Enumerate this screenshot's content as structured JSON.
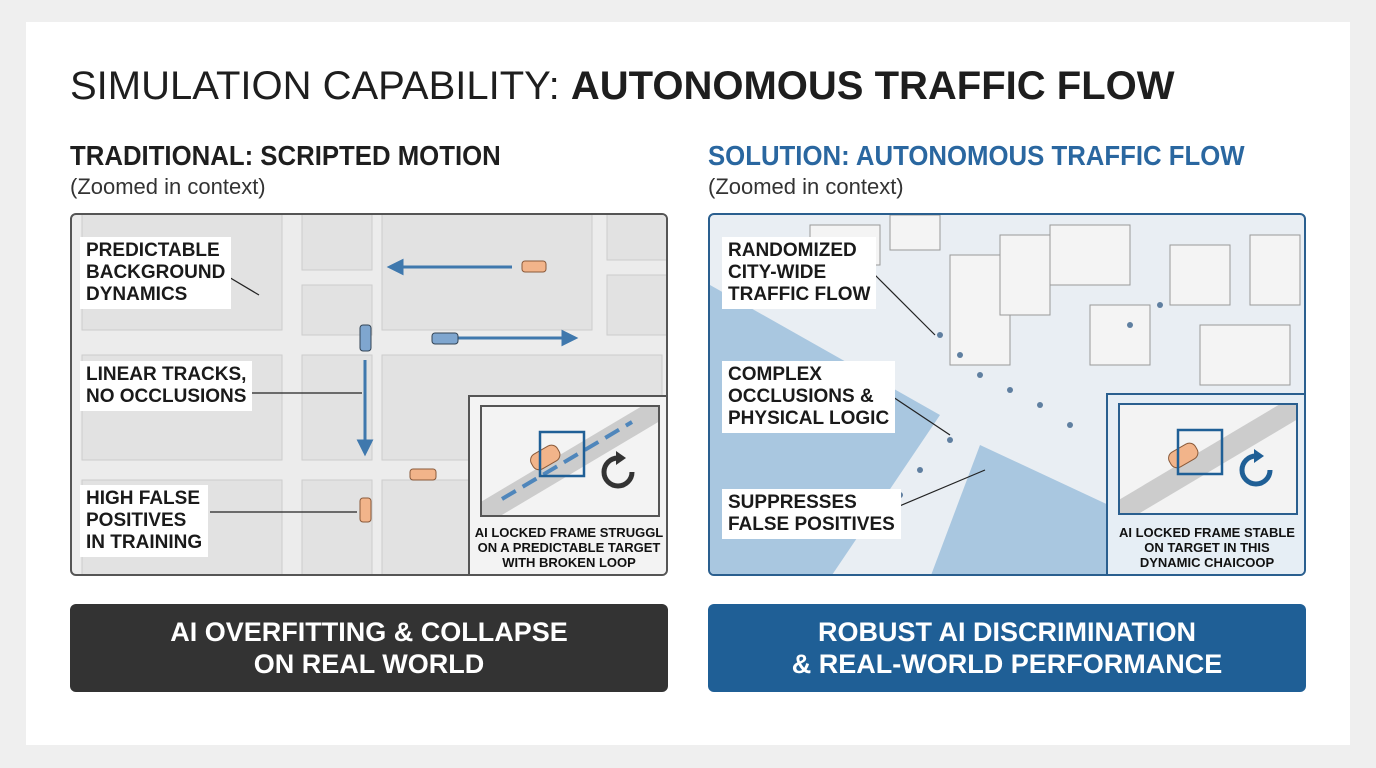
{
  "title": {
    "regular": "SIMULATION CAPABILITY: ",
    "bold": "AUTONOMOUS TRAFFIC FLOW"
  },
  "left": {
    "heading": "TRADITIONAL: SCRIPTED MOTION",
    "context": "(Zoomed in context)",
    "labels": [
      "PREDICTABLE\nBACKGROUND\nDYNAMICS",
      "LINEAR TRACKS,\nNO OCCLUSIONS",
      "HIGH FALSE\nPOSITIVES\nIN TRAINING"
    ],
    "inset_caption": "AI LOCKED FRAME STRUGGL\nON A PREDICTABLE TARGET\nWITH BROKEN LOOP",
    "banner": "AI OVERFITTING & COLLAPSE\nON REAL WORLD"
  },
  "right": {
    "heading": "SOLUTION: AUTONOMOUS TRAFFIC FLOW",
    "context": "(Zoomed in context)",
    "labels": [
      "RANDOMIZED\nCITY-WIDE\nTRAFFIC FLOW",
      "COMPLEX\nOCCLUSIONS &\nPHYSICAL LOGIC",
      "SUPPRESSES\nFALSE POSITIVES"
    ],
    "inset_caption": "AI LOCKED FRAME STABLE\nON TARGET IN THIS\nDYNAMIC CHAICOOP",
    "banner": "ROBUST AI DISCRIMINATION\n& REAL-WORLD PERFORMANCE"
  },
  "colors": {
    "accent": "#1f5f96",
    "dark": "#333333",
    "car": "#f2b48a"
  }
}
